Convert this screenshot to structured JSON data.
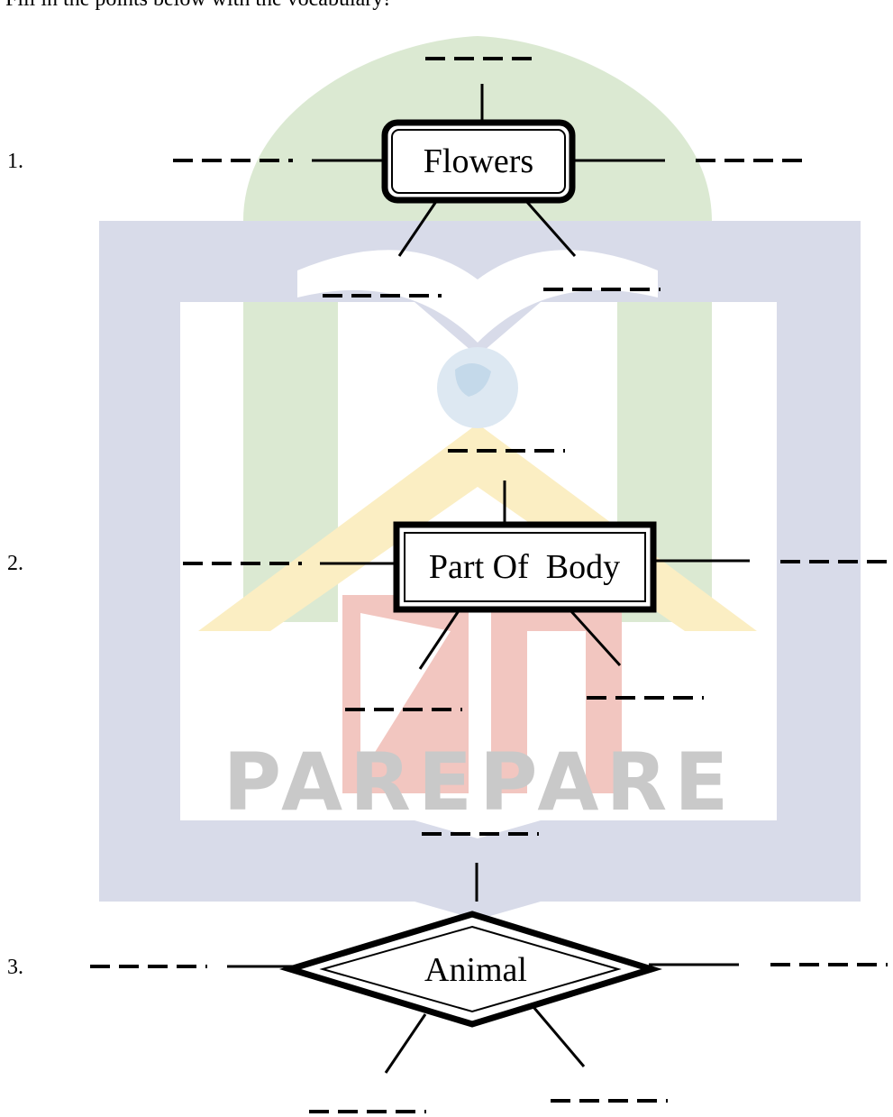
{
  "instruction": "Fill in the points below with the vocabulary!",
  "items": [
    {
      "number": "1.",
      "label": "Flowers"
    },
    {
      "number": "2.",
      "label": "Part Of  Body"
    },
    {
      "number": "3.",
      "label": "Animal"
    }
  ],
  "watermark": {
    "text": "PAREPARE",
    "colors": {
      "green": "#dbe9d2",
      "blue": "#d8dbe9",
      "yellow": "#fbeec3",
      "red": "#f2c6c0",
      "gray": "#c9c9c9"
    }
  }
}
